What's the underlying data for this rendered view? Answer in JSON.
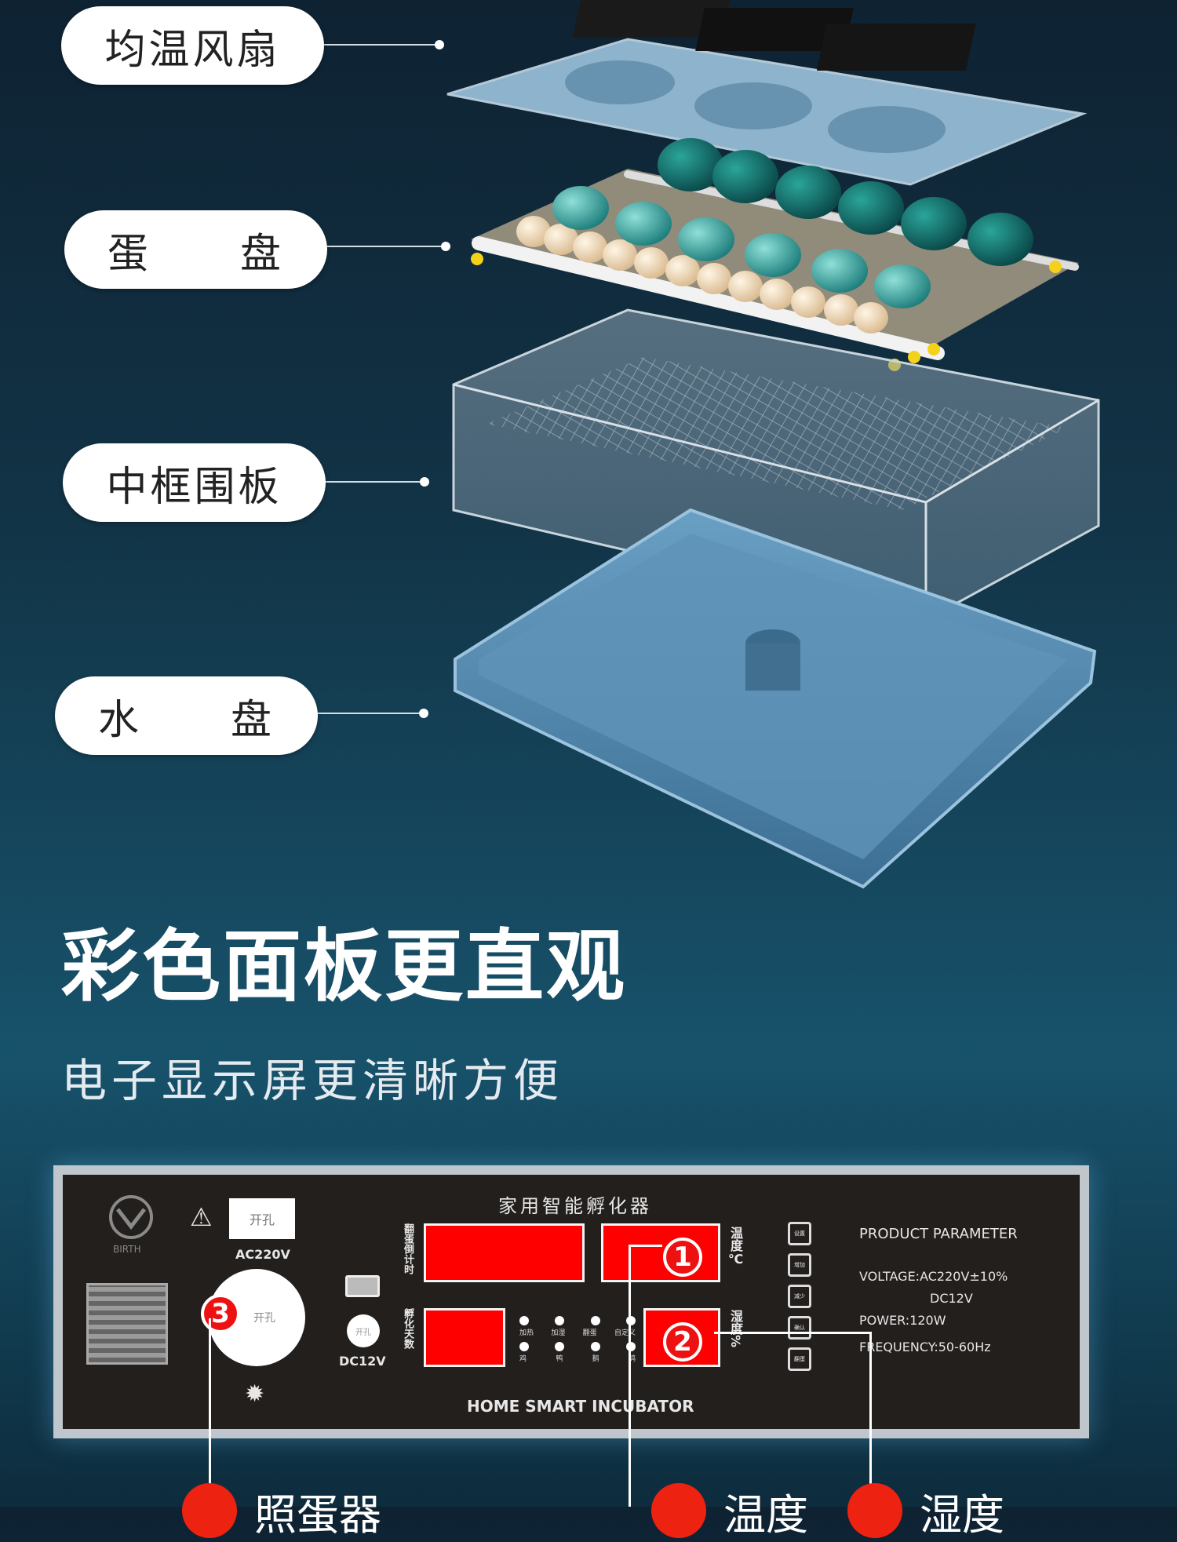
{
  "labels": {
    "fan": [
      "均温风扇"
    ],
    "egg_tray": [
      "蛋",
      "盘"
    ],
    "middle_frame": [
      "中框围板"
    ],
    "water_tray": [
      "水",
      "盘"
    ]
  },
  "headline": "彩色面板更直观",
  "subline": "电子显示屏更清晰方便",
  "panel": {
    "title": "家用智能孵化器",
    "brand": "BIRTH",
    "socket_label": "开孔",
    "ac_label": "AC220V",
    "dc_label": "DC12V",
    "small_knob_label": "开孔",
    "knob_label": "开孔",
    "countdown_label": "翻蛋倒计时",
    "days_label": "孵化天数",
    "temp_side": "温度℃",
    "hum_side": "湿度%",
    "indicators_top": [
      "加热",
      "加湿",
      "翻蛋",
      "自定义"
    ],
    "indicators_bottom": [
      "鸡",
      "鸭",
      "鹅",
      "鸽"
    ],
    "footer": "HOME SMART INCUBATOR",
    "param_title": "PRODUCT PARAMETER",
    "param_voltage": "VOLTAGE:AC220V±10%",
    "param_dc": "DC12V",
    "param_power": "POWER:120W",
    "param_freq": "FREQUENCY:50-60Hz",
    "button_glyphs": [
      "设置",
      "增加",
      "减少",
      "确认",
      "翻蛋"
    ]
  },
  "badges": {
    "one": "1",
    "two": "2",
    "three": "3"
  },
  "bottom_captions": [
    "照蛋器",
    "温度",
    "湿度"
  ]
}
